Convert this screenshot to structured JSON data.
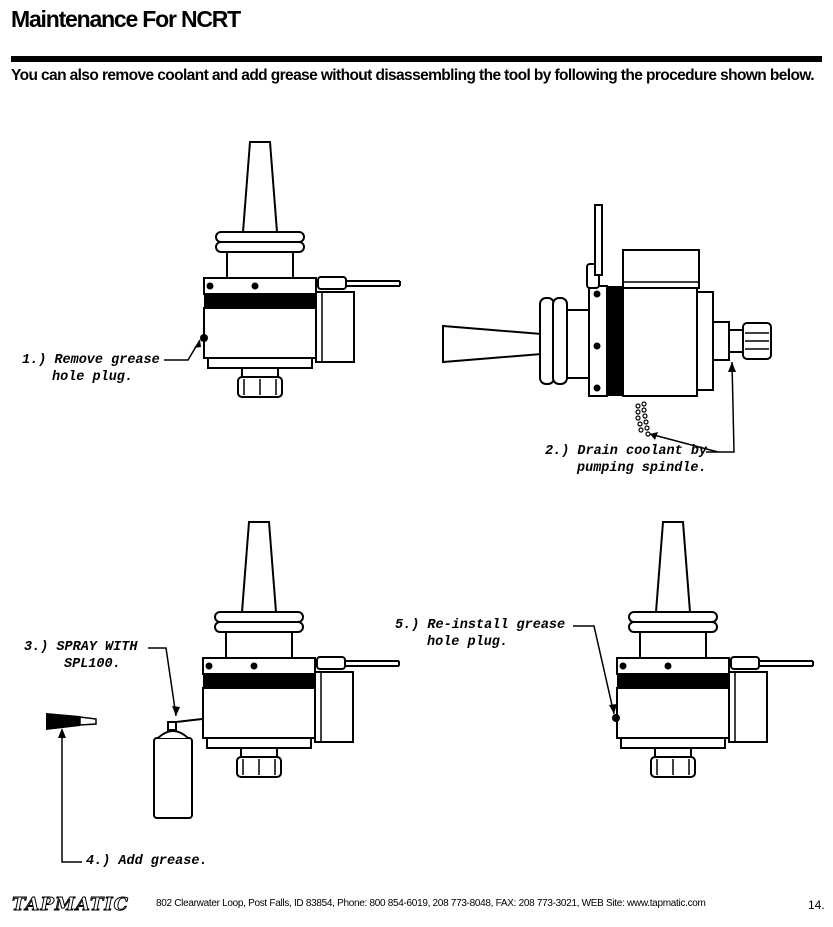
{
  "header": {
    "title": "Maintenance For NCRT",
    "intro": "You can also remove coolant and add grease without disassembling the tool by following the procedure shown below."
  },
  "steps": {
    "s1": {
      "line1": "1.) Remove grease",
      "line2": "hole plug."
    },
    "s2": {
      "line1": "2.) Drain coolant by",
      "line2": "pumping spindle."
    },
    "s3": {
      "line1": "3.) SPRAY WITH",
      "line2": "SPL100."
    },
    "s4": {
      "line1": "4.) Add grease."
    },
    "s5": {
      "line1": "5.) Re-install grease",
      "line2": "hole plug."
    }
  },
  "footer": {
    "logo": "TAPMATIC",
    "address": "802 Clearwater Loop, Post Falls, ID  83854, Phone:  800 854-6019, 208 773-8048,  FAX: 208 773-3021, WEB Site:  www.tapmatic.com",
    "page_number": "14."
  }
}
